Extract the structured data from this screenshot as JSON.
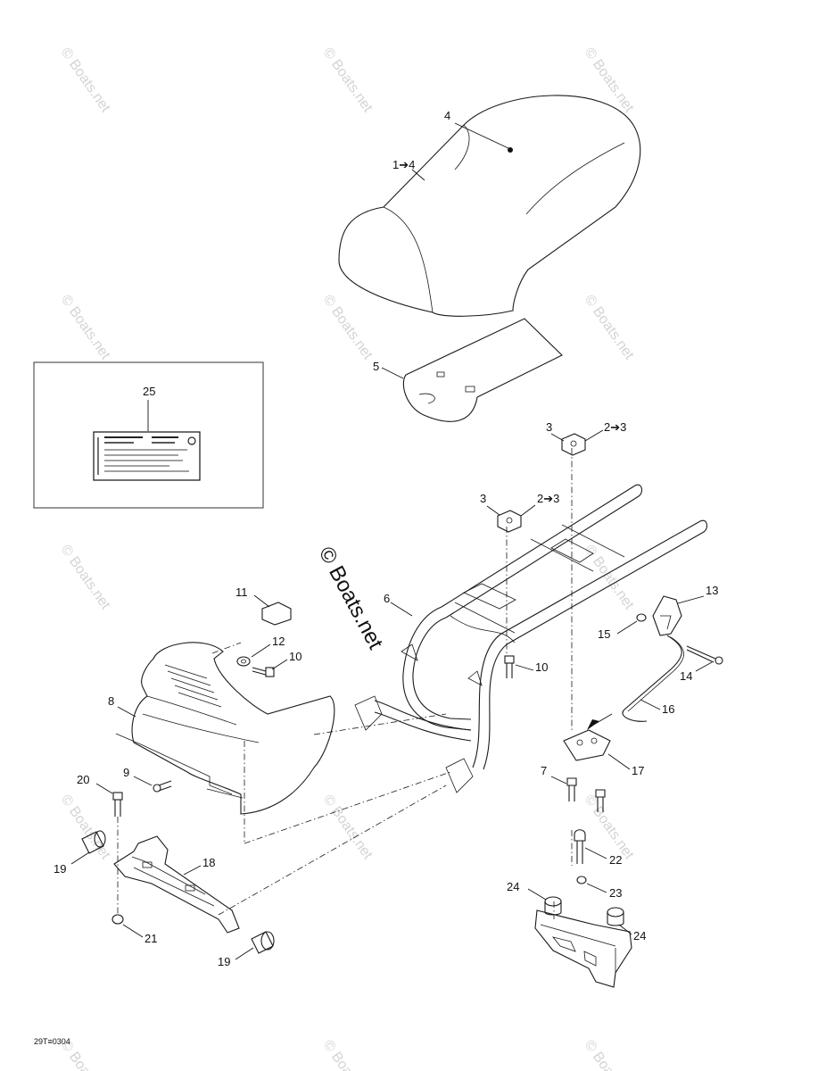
{
  "callouts": {
    "c4": "4",
    "c1_4": "1➔4",
    "c5": "5",
    "c25": "25",
    "c3a": "3",
    "c2_3a": "2➔3",
    "c3b": "3",
    "c2_3b": "2➔3",
    "c6": "6",
    "c11": "11",
    "c12": "12",
    "c10a": "10",
    "c10b": "10",
    "c8": "8",
    "c13": "13",
    "c15": "15",
    "c14": "14",
    "c16": "16",
    "c17": "17",
    "c7": "7",
    "c9": "9",
    "c20": "20",
    "c19a": "19",
    "c18": "18",
    "c22": "22",
    "c24a": "24",
    "c23": "23",
    "c24b": "24",
    "c21": "21",
    "c19b": "19"
  },
  "watermark": "© Boats.net",
  "figure_code": "29T≡0304"
}
